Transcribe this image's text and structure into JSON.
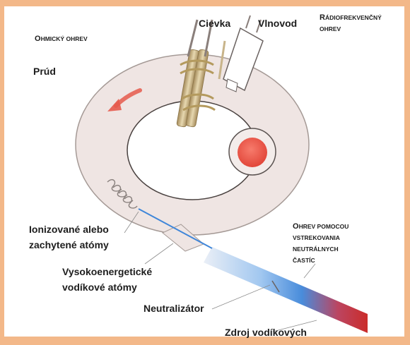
{
  "labels": {
    "ohmic": "Ohmický ohrev",
    "current": "Prúd",
    "coil": "Cievka",
    "waveguide": "Vlnovod",
    "rf_line1": "Rádiofrekvenčný",
    "rf_line2": "ohrev",
    "ionized_line1": "Ionizované alebo",
    "ionized_line2": "zachytené atómy",
    "highenergy_line1": "Vysokoenergetické",
    "highenergy_line2": "vodíkové atómy",
    "nbi_line1": "Ohrev pomocou",
    "nbi_line2": "vstrekovania",
    "nbi_line3": "neutrálnych",
    "nbi_line4": "častíc",
    "neutralizer": "Neutralizátor",
    "source": "Zdroj vodíkových"
  },
  "colors": {
    "background": "#f3b889",
    "panel": "#ffffff",
    "torus": "#efe5e3",
    "torus_edge": "#9a8f8c",
    "plasma_red": "#ee5a4c",
    "arrow_red": "#e55a4c",
    "beam_blue": "#3f86d9",
    "beam_red": "#c8211f",
    "coil": "#c8b48a"
  }
}
